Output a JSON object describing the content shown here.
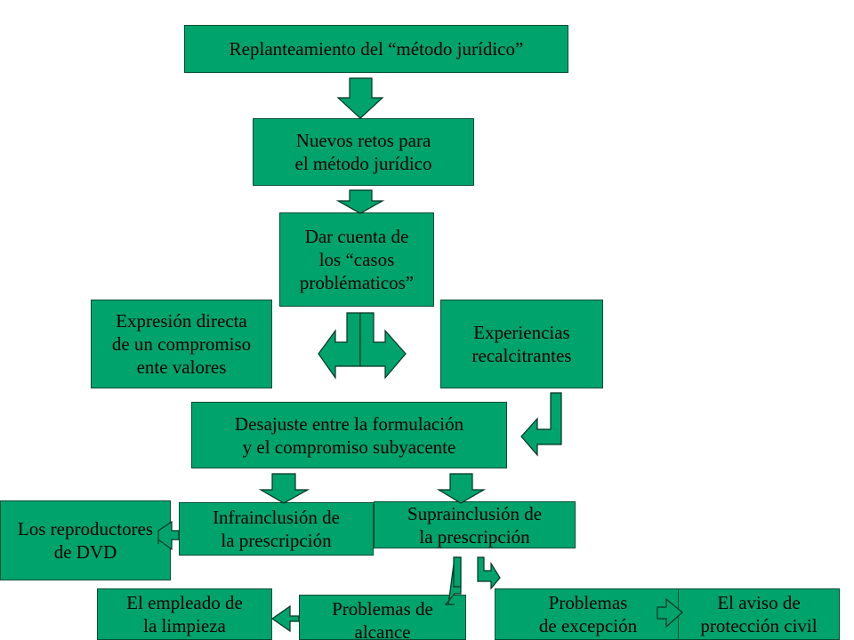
{
  "diagram": {
    "colors": {
      "box_fill": "#00a36c",
      "box_border": "#004d33",
      "arrow_fill": "#00a36c",
      "arrow_stroke": "#003322"
    },
    "nodes": {
      "replanteamiento": "Replanteamiento del “método jurídico”",
      "nuevos_retos": "Nuevos retos para\nel método jurídico",
      "dar_cuenta": "Dar cuenta de\nlos “casos\nproblématicos”",
      "expresion_directa": "Expresión directa\nde un compromiso\nente valores",
      "experiencias": "Experiencias\nrecalcitrantes",
      "desajuste": "Desajuste entre la formulación\ny el compromiso subyacente",
      "reproductores": "Los reproductores\nde DVD",
      "infrainclusion": "Infrainclusión de\nla prescripción",
      "suprainclusion": "Suprainclusión de\nla prescripción",
      "empleado": "El empleado de\nla limpieza",
      "problemas_alcance": "Problemas de\nalcance",
      "problemas_excepcion": "Problemas\nde excepción",
      "aviso": "El aviso de\nprotección civil"
    }
  }
}
